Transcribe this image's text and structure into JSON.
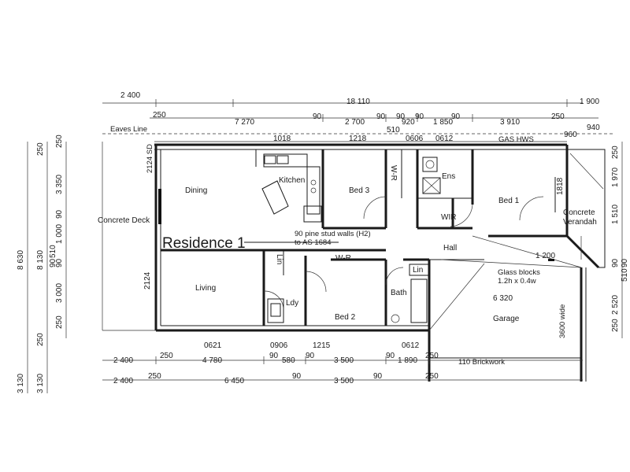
{
  "title": "Residence 1",
  "rooms": {
    "dining": "Dining",
    "kitchen": "Kitchen",
    "bed3": "Bed 3",
    "wr_top": "W-R",
    "ens": "Ens",
    "wir": "WIR",
    "bed1": "Bed 1",
    "concrete_verandah_1": "Concrete",
    "concrete_verandah_2": "Verandah",
    "concrete_deck": "Concrete Deck",
    "hall": "Hall",
    "living": "Living",
    "lin_left": "Lin",
    "ldy": "Ldy",
    "wr_bed2": "W-R",
    "bed2": "Bed 2",
    "lin_bath": "Lin",
    "bath": "Bath",
    "garage": "Garage"
  },
  "notes": {
    "stud_walls_1": "90 pine stud walls (H2)",
    "stud_walls_2": "to AS 1684",
    "eaves_line": "Eaves Line",
    "glass_blocks_1": "Glass blocks",
    "glass_blocks_2": "1.2h x 0.4w",
    "brickwork": "110 Brickwork",
    "door_sd": "2124 SD",
    "wide_3600": "3600 wide",
    "gas_hws": "GAS HWS"
  },
  "top_dims": {
    "d2400": "2 400",
    "d18110": "18 110",
    "d1900": "1 900",
    "d250a": "250",
    "d7270": "7 270",
    "d90a": "90",
    "d2700": "2 700",
    "d90b": "90",
    "d510": "510",
    "d90c": "90",
    "d920": "920",
    "d90d": "90",
    "d1850": "1 850",
    "d90e": "90",
    "d3910": "3 910",
    "d250b": "250",
    "d940": "940",
    "d960": "960",
    "w1018": "1018",
    "w1218": "1218",
    "w0606": "0606",
    "w0612": "0612"
  },
  "bottom_dims": {
    "w0621": "0621",
    "w0906": "0906",
    "w1215": "1215",
    "w0612b": "0612",
    "d2400": "2 400",
    "d250": "250",
    "d4780": "4 780",
    "d90a": "90",
    "d580": "580",
    "d90b": "90",
    "d3500": "3 500",
    "d90c": "90",
    "d1890": "1 890",
    "d250b": "250",
    "r2_2400": "2 400",
    "r2_250": "250",
    "r2_6450": "6 450",
    "r2_90a": "90",
    "r2_3500": "3 500",
    "r2_90b": "90",
    "r2_250b": "250"
  },
  "left_dims": {
    "d250a": "250",
    "d3350": "3 350",
    "d90a": "90",
    "d1000": "1 000",
    "d510": "510",
    "d90b": "90",
    "d90c": "90",
    "d3000": "3 000",
    "d250b": "250",
    "d8630": "8 630",
    "d8130": "8 130",
    "d250c": "250",
    "d3130a": "3 130",
    "d3130b": "3 130",
    "d250d": "250",
    "d2124": "2124"
  },
  "right_dims": {
    "d250a": "250",
    "d1970": "1 970",
    "d1510": "1 510",
    "d90a": "90",
    "d90b": "90",
    "d510": "510",
    "d2520": "2 520",
    "d250b": "250",
    "d1818": "1818",
    "d1200": "1 200",
    "d6320": "6 320"
  }
}
